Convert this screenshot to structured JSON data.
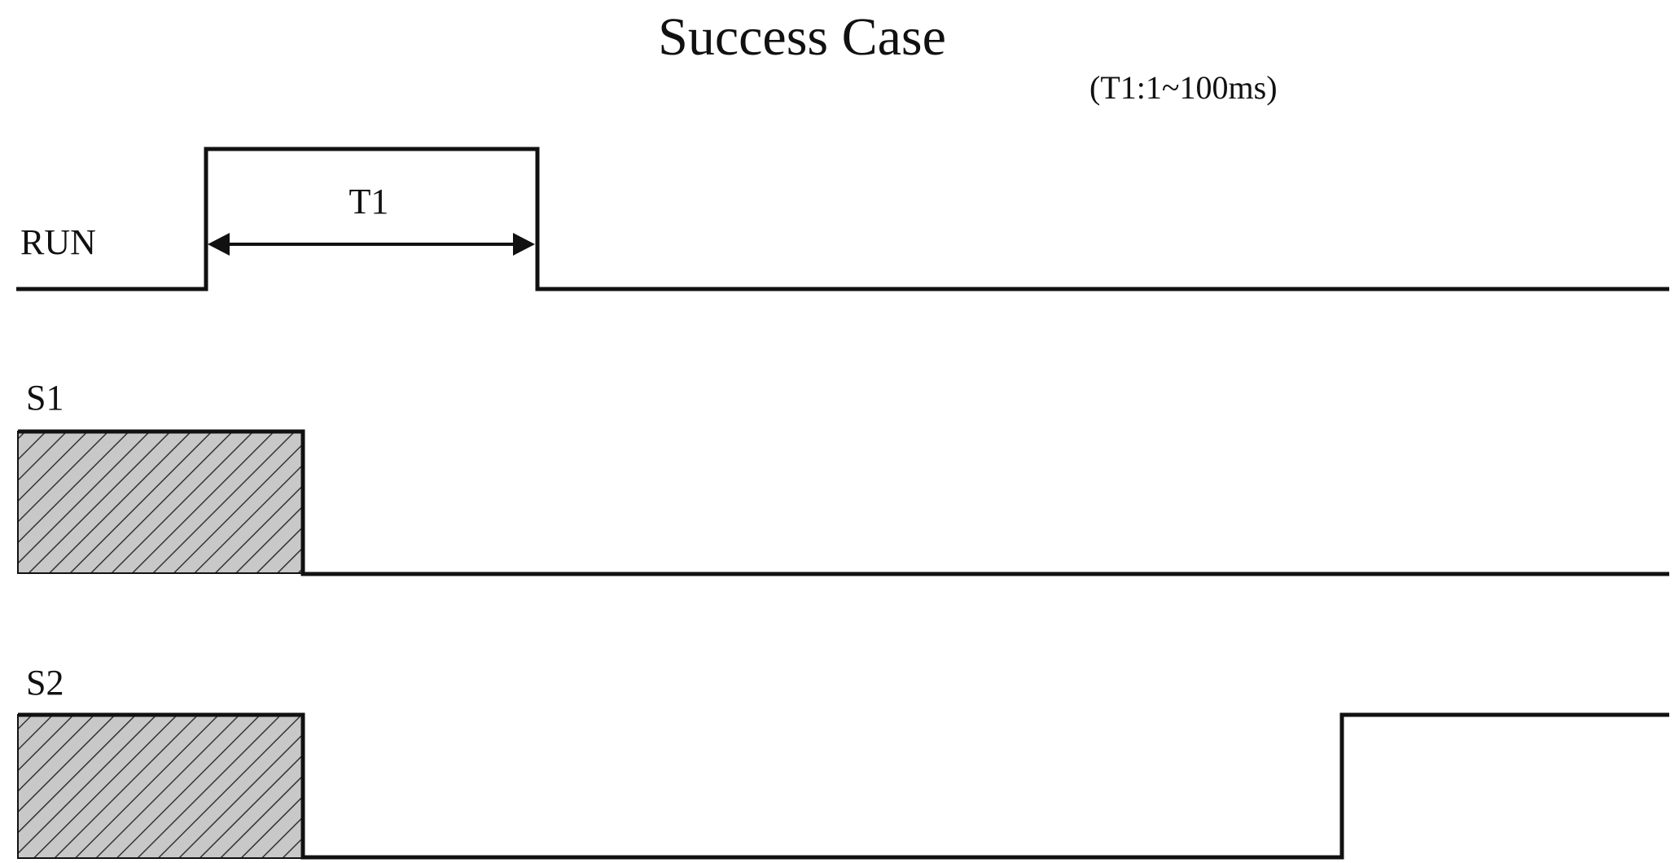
{
  "title": "Success Case",
  "timing_note": "(T1:1~100ms)",
  "signals": [
    {
      "id": "run",
      "label": "RUN",
      "dimension_label": "T1"
    },
    {
      "id": "s1",
      "label": "S1"
    },
    {
      "id": "s2",
      "label": "S2"
    }
  ],
  "colors": {
    "line": "#111111",
    "hatch_background": "#c8c8c8",
    "background": "#ffffff"
  }
}
